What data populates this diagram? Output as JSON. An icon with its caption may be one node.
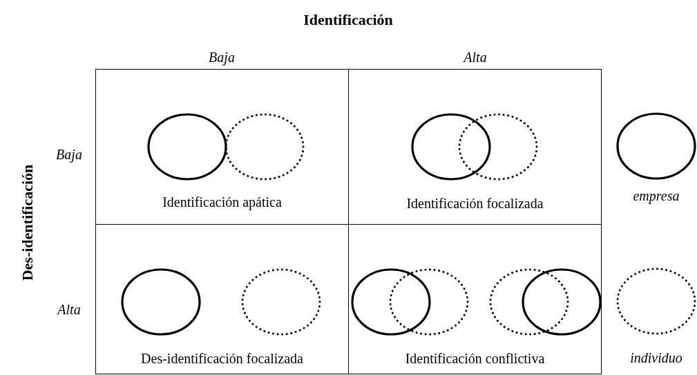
{
  "diagram": {
    "nodes": [
      {
        "text": [
          "Identificación apática"
        ]
      },
      {
        "text": [
          "Identificación focalizada"
        ]
      },
      {
        "text": [
          "Des-identificación focalizada"
        ]
      },
      {
        "text": [
          "Identificación conflictiva"
        ]
      }
    ],
    "labels": [
      "Identificación",
      "Baja",
      "Alta",
      "Des-identificación",
      "Baja",
      "Alta"
    ],
    "legend": [
      {
        "text": "empresa"
      },
      {
        "text": "individuo"
      }
    ]
  }
}
